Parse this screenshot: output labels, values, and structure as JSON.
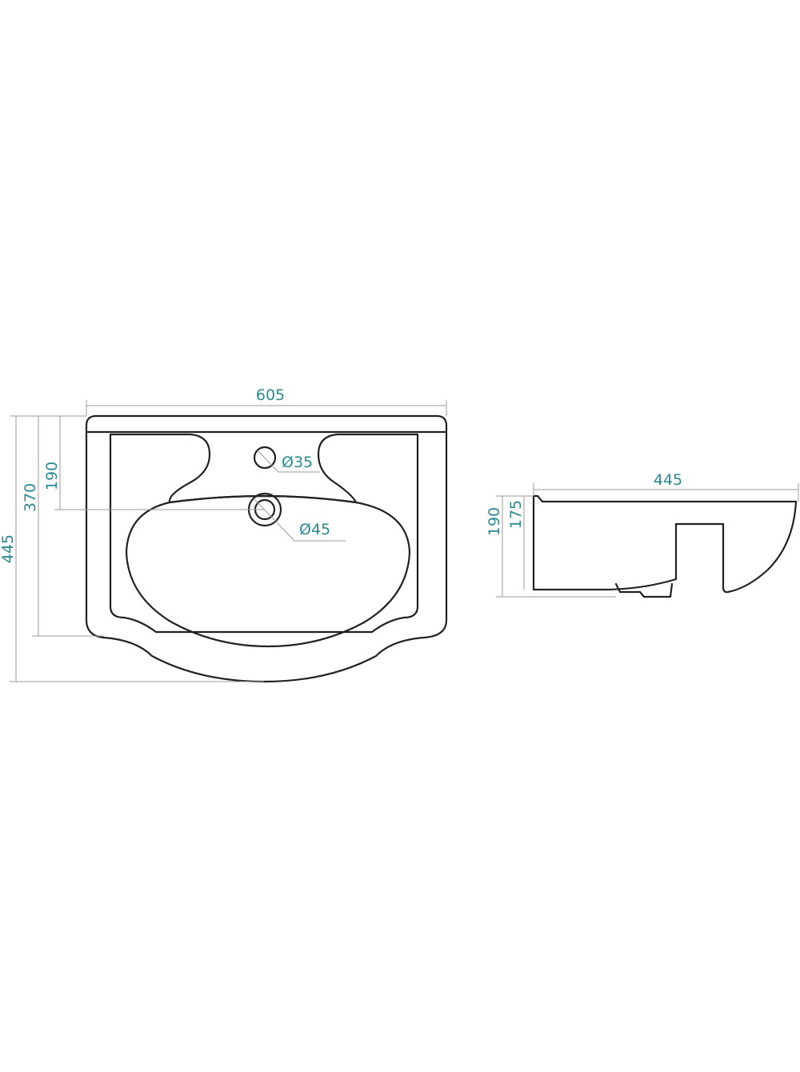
{
  "front_view": {
    "width_label": "605",
    "overall_depth_label": "445",
    "bowl_depth_label": "370",
    "drain_offset_label": "190",
    "tap_hole_label": "Ø35",
    "drain_hole_label": "Ø45"
  },
  "side_view": {
    "depth_label": "445",
    "height_label": "190",
    "inner_height_label": "175"
  },
  "colors": {
    "outline": "#222222",
    "dimension_line": "#9a9a9a",
    "dimension_text": "#2a8a92"
  }
}
